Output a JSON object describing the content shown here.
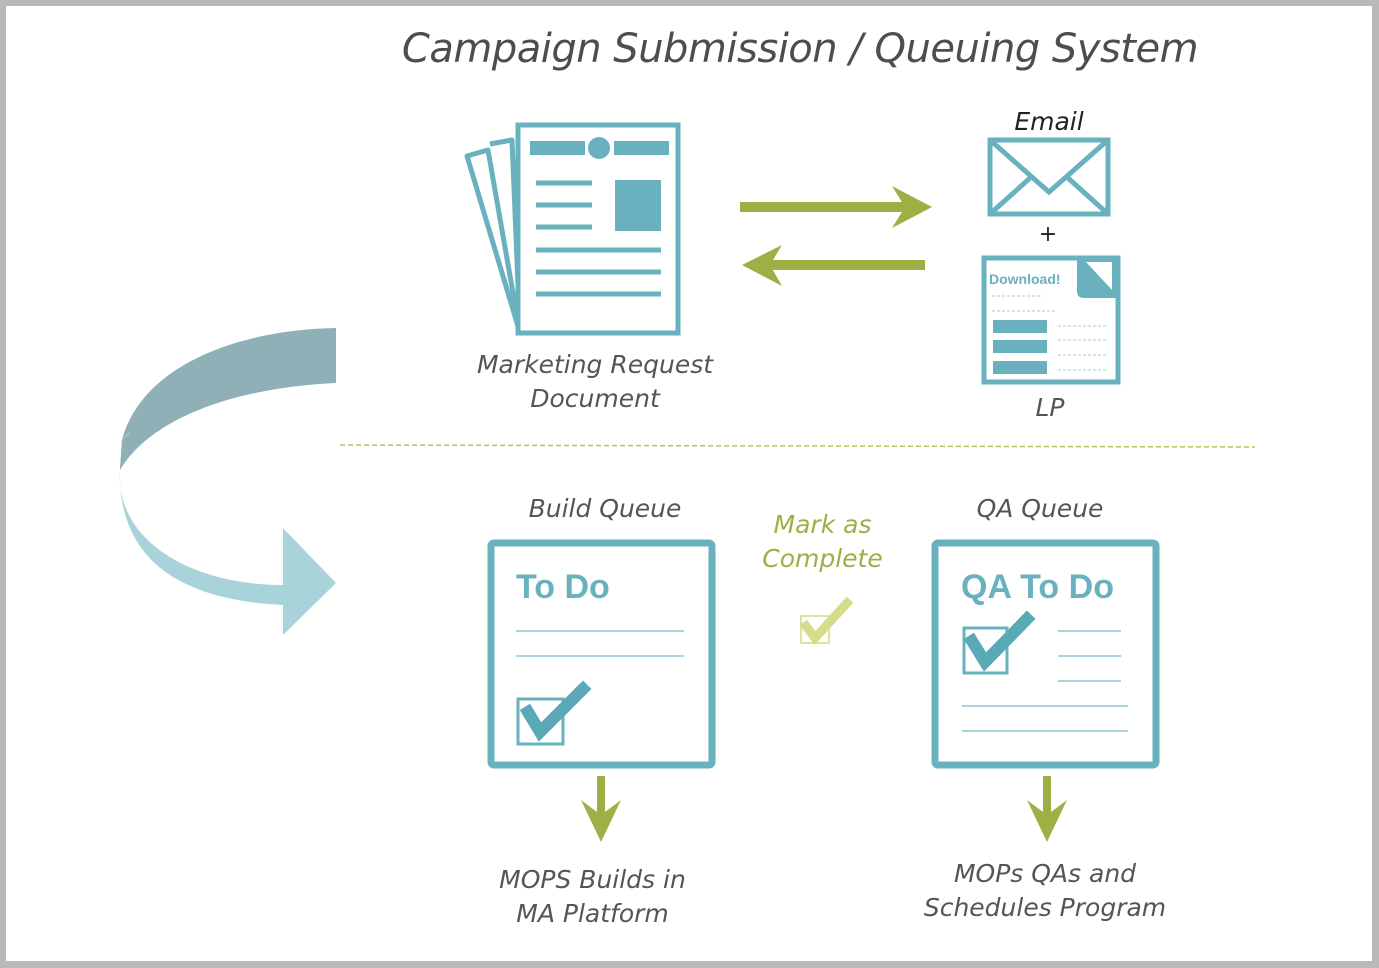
{
  "title": "Campaign Submission / Queuing System",
  "colors": {
    "teal": "#6ab1bf",
    "olive": "#9fae45",
    "light_olive": "#d6dc8a",
    "curve_dark": "#8fb0b7",
    "curve_light": "#a9d3da",
    "text": "#555555",
    "frame": "#b9b9b9"
  },
  "top_section": {
    "document": {
      "label_line1": "Marketing Request",
      "label_line2": "Document",
      "icon": "document-stack-icon"
    },
    "arrows": {
      "forward": "arrow-right-icon",
      "back": "arrow-left-icon"
    },
    "email": {
      "label": "Email",
      "icon": "envelope-icon"
    },
    "plus": "+",
    "landing_page": {
      "label": "LP",
      "icon_text": "Download!",
      "icon": "landing-page-icon"
    }
  },
  "bottom_section": {
    "build_queue": {
      "label": "Build Queue",
      "card_title": "To Do",
      "result_line1": "MOPS Builds in",
      "result_line2": "MA Platform"
    },
    "mark_complete": {
      "line1": "Mark as",
      "line2": "Complete",
      "icon": "checkbox-check-icon"
    },
    "qa_queue": {
      "label": "QA Queue",
      "card_title": "QA To Do",
      "result_line1": "MOPs QAs and",
      "result_line2": "Schedules Program"
    }
  }
}
